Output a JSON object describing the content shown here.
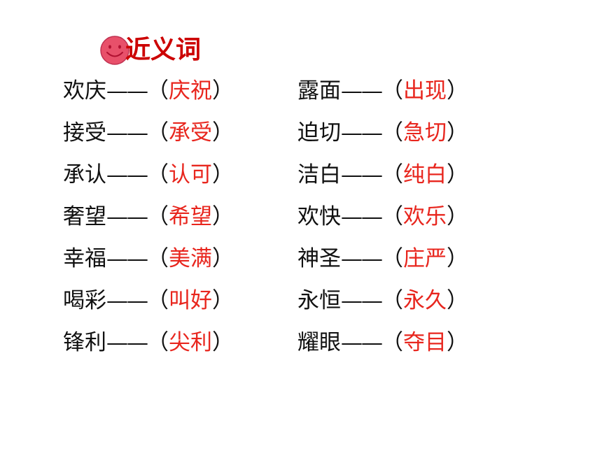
{
  "title": "近义词",
  "title_prefix_icon": "smiley-face-icon",
  "colors": {
    "title": "#cc0000",
    "answer": "#e8261e",
    "text": "#111111",
    "smiley_face": "#e8506a",
    "smiley_features": "#b01030"
  },
  "dash": "——",
  "open_paren": "（",
  "close_paren": "）",
  "left_column": [
    {
      "word": "欢庆",
      "synonym": "庆祝"
    },
    {
      "word": "接受",
      "synonym": "承受"
    },
    {
      "word": "承认",
      "synonym": "认可"
    },
    {
      "word": "奢望",
      "synonym": "希望"
    },
    {
      "word": "幸福",
      "synonym": "美满"
    },
    {
      "word": "喝彩",
      "synonym": "叫好"
    },
    {
      "word": "锋利",
      "synonym": "尖利"
    }
  ],
  "right_column": [
    {
      "word": "露面",
      "synonym": "出现"
    },
    {
      "word": "迫切",
      "synonym": "急切"
    },
    {
      "word": "洁白",
      "synonym": "纯白"
    },
    {
      "word": "欢快",
      "synonym": "欢乐"
    },
    {
      "word": "神圣",
      "synonym": "庄严"
    },
    {
      "word": "永恒",
      "synonym": "永久"
    },
    {
      "word": "耀眼",
      "synonym": "夺目"
    }
  ]
}
